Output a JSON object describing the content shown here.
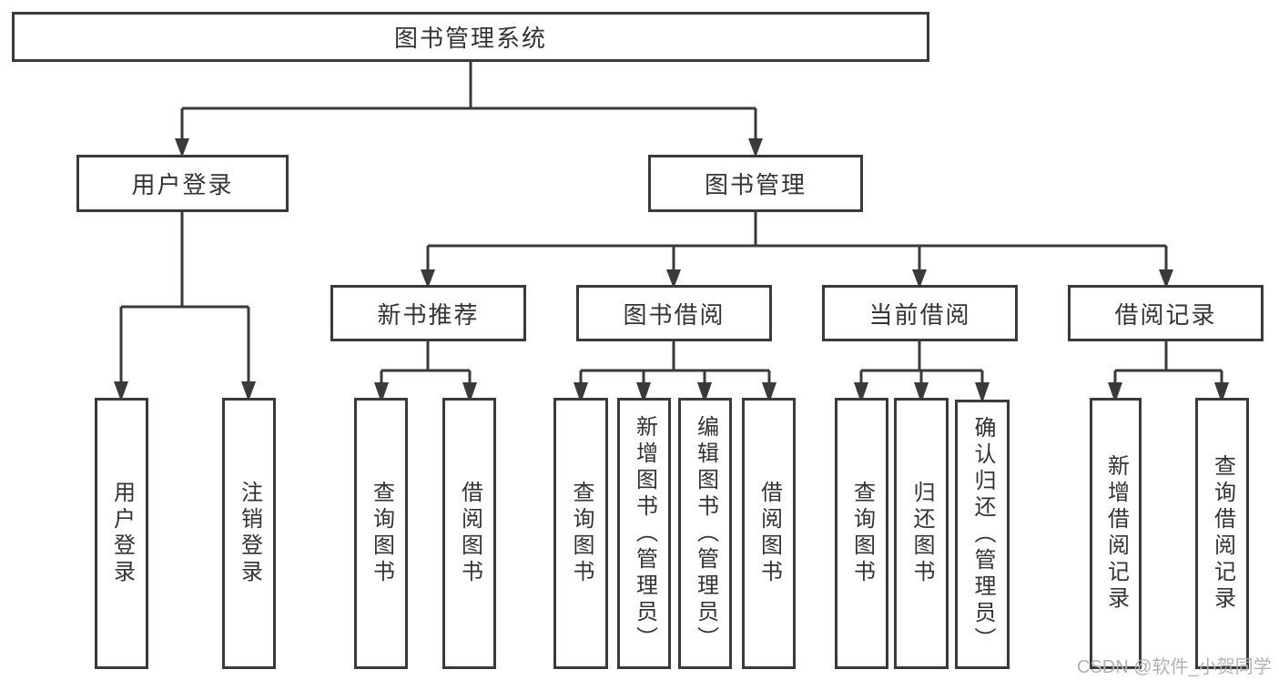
{
  "tree": {
    "label": "图书管理系统",
    "children": [
      {
        "label": "用户登录",
        "children": [
          {
            "label": "用户登录"
          },
          {
            "label": "注销登录"
          }
        ]
      },
      {
        "label": "图书管理",
        "children": [
          {
            "label": "新书推荐",
            "children": [
              {
                "label": "查询图书"
              },
              {
                "label": "借阅图书"
              }
            ]
          },
          {
            "label": "图书借阅",
            "children": [
              {
                "label": "查询图书"
              },
              {
                "label": "新增图书（管理员）"
              },
              {
                "label": "编辑图书（管理员）"
              },
              {
                "label": "借阅图书"
              }
            ]
          },
          {
            "label": "当前借阅",
            "children": [
              {
                "label": "查询图书"
              },
              {
                "label": "归还图书"
              },
              {
                "label": "确认归还（管理员）"
              }
            ]
          },
          {
            "label": "借阅记录",
            "children": [
              {
                "label": "新增借阅记录"
              },
              {
                "label": "查询借阅记录"
              }
            ]
          }
        ]
      }
    ]
  },
  "watermark": "CSDN @软件_小贺同学",
  "colors": {
    "line": "#3a3a3a",
    "box_border": "#3a3a3a",
    "text": "#333333",
    "watermark": "#b2b2b2",
    "background": "#ffffff"
  }
}
